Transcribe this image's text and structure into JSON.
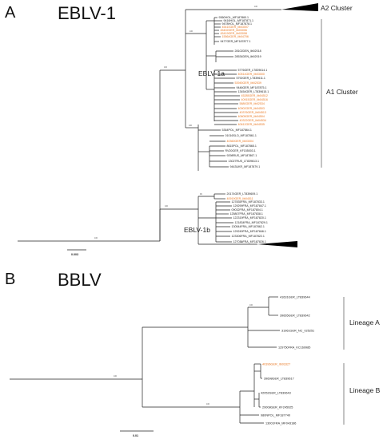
{
  "panelA": {
    "letter": "A",
    "title": "EBLV-1",
    "clusterA2": "A2 Cluster",
    "clusterA1": "A1 Cluster",
    "clade1a": "EBLV-1a",
    "clade1b": "EBLV-1b",
    "scale": "0.003",
    "bootstraps": [
      "100",
      "100",
      "100",
      "100",
      "100",
      "100",
      "99",
      "100"
    ],
    "leaves": [
      {
        "label": "9360HOL_MF187860.1",
        "highlight": false
      },
      {
        "label": "9416HOL_MF187871.1",
        "highlight": false
      },
      {
        "label": "9478HOL_MF187878.1",
        "highlight": false
      },
      {
        "label": "45410GER_lib03007",
        "highlight": true
      },
      {
        "label": "45402GER_lib03006",
        "highlight": true
      },
      {
        "label": "45419GER_lib03008",
        "highlight": true
      },
      {
        "label": "15564GER_lib04706",
        "highlight": true
      },
      {
        "label": "9477GER_MF187877.1",
        "highlight": false
      },
      {
        "label": "28102DEN_lib02018",
        "highlight": false
      },
      {
        "label": "28534DEN_lib02019",
        "highlight": false
      },
      {
        "label": "5776GER_LT839614.1",
        "highlight": false
      },
      {
        "label": "40514GER_lib03000",
        "highlight": true
      },
      {
        "label": "5792GER_LT839611.1",
        "highlight": false
      },
      {
        "label": "53945GER_lib02539",
        "highlight": true
      },
      {
        "label": "9446GER_MF187875.1",
        "highlight": false
      },
      {
        "label": "13454GER_LT839615.1",
        "highlight": false
      },
      {
        "label": "45285GER_lib04512",
        "highlight": true
      },
      {
        "label": "40915GER_lib04516",
        "highlight": true
      },
      {
        "label": "5880GER_lib02534",
        "highlight": true
      },
      {
        "label": "40902GER_lib04503",
        "highlight": true
      },
      {
        "label": "40376GER_lib04513",
        "highlight": true
      },
      {
        "label": "40605GER_lib04504",
        "highlight": true
      },
      {
        "label": "40322GER_lib04534",
        "highlight": true
      },
      {
        "label": "40612GER_lib04535",
        "highlight": true
      },
      {
        "label": "5364POL_MF187864.1",
        "highlight": false
      },
      {
        "label": "01016SLO_MF187861.1",
        "highlight": false
      },
      {
        "label": "40360GER_lib03004",
        "highlight": true
      },
      {
        "label": "8615POL_MF187865.1",
        "highlight": false
      },
      {
        "label": "RV20GER_KF155003.1",
        "highlight": false
      },
      {
        "label": "9298RUS_MF187867.1",
        "highlight": false
      },
      {
        "label": "13027RUS_LT839613.1",
        "highlight": false
      },
      {
        "label": "9443UKR_MF187879.1",
        "highlight": false
      },
      {
        "label": "20174GER_LT839609.1",
        "highlight": false
      },
      {
        "label": "40919GER_lib04511",
        "highlight": true
      },
      {
        "label": "127835FRA_MF187833.1",
        "highlight": false
      },
      {
        "label": "129299FRA_MF187847.1",
        "highlight": false
      },
      {
        "label": "09032FRA_MF187804.1",
        "highlight": false
      },
      {
        "label": "125807FRA_MF187838.1",
        "highlight": false
      },
      {
        "label": "122319FRA_MF187820.1",
        "highlight": false
      },
      {
        "label": "121834FRA_MF187829.1",
        "highlight": false
      },
      {
        "label": "130544FRA_MF187862.1",
        "highlight": false
      },
      {
        "label": "129249FRA_MF187846.1",
        "highlight": false
      },
      {
        "label": "123306FRA_MF187822.1",
        "highlight": false
      },
      {
        "label": "127031FRA_MF187826.1",
        "highlight": false
      }
    ]
  },
  "panelB": {
    "letter": "B",
    "title": "BBLV",
    "lineageA": "Lineage A",
    "lineageB": "Lineage B",
    "scale": "0.01",
    "bootstraps": [
      "100",
      "100",
      "100"
    ],
    "leaves": [
      {
        "label": "41631GER_LT839644",
        "highlight": false
      },
      {
        "label": "39665GER_LT839642",
        "highlight": false
      },
      {
        "label": "31961GER_NC_025251",
        "highlight": false
      },
      {
        "label": "129750FRA_KC169985",
        "highlight": false
      },
      {
        "label": "40396GER_lib03327",
        "highlight": true
      },
      {
        "label": "39698GER_LT839617",
        "highlight": false
      },
      {
        "label": "42052GER_LT839643",
        "highlight": false
      },
      {
        "label": "29008GER_KF245925",
        "highlight": false
      },
      {
        "label": "980NPOL_MF187740",
        "highlight": false
      },
      {
        "label": "13001FRA_MF043186",
        "highlight": false
      }
    ]
  },
  "colors": {
    "highlight": "#e87722",
    "normal": "#222222"
  }
}
